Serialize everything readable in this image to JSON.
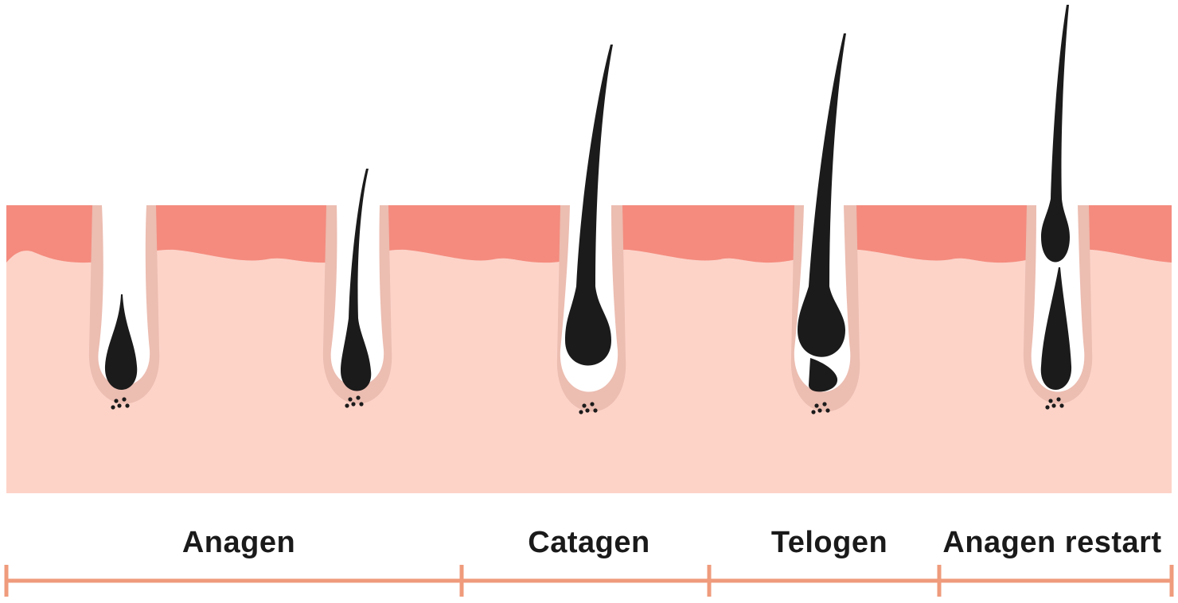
{
  "colors": {
    "background": "#ffffff",
    "epidermis": "#f48b7e",
    "dermis": "#fdd3c8",
    "follicle_shadow": "#ecbdb1",
    "follicle_sheath": "#ffffff",
    "hair": "#1b1b1b",
    "timeline": "#ef9b7c",
    "label": "#1a1a1a"
  },
  "follicles": [
    {
      "stage": "anagen-early",
      "icon": "hair-follicle-anagen-early-icon"
    },
    {
      "stage": "anagen-growing",
      "icon": "hair-follicle-anagen-growing-icon"
    },
    {
      "stage": "catagen",
      "icon": "hair-follicle-catagen-icon"
    },
    {
      "stage": "telogen",
      "icon": "hair-follicle-telogen-icon"
    },
    {
      "stage": "anagen-restart",
      "icon": "hair-follicle-anagen-restart-icon"
    }
  ],
  "phases": [
    {
      "label": "Anagen"
    },
    {
      "label": "Catagen"
    },
    {
      "label": "Telogen"
    },
    {
      "label": "Anagen restart"
    }
  ]
}
